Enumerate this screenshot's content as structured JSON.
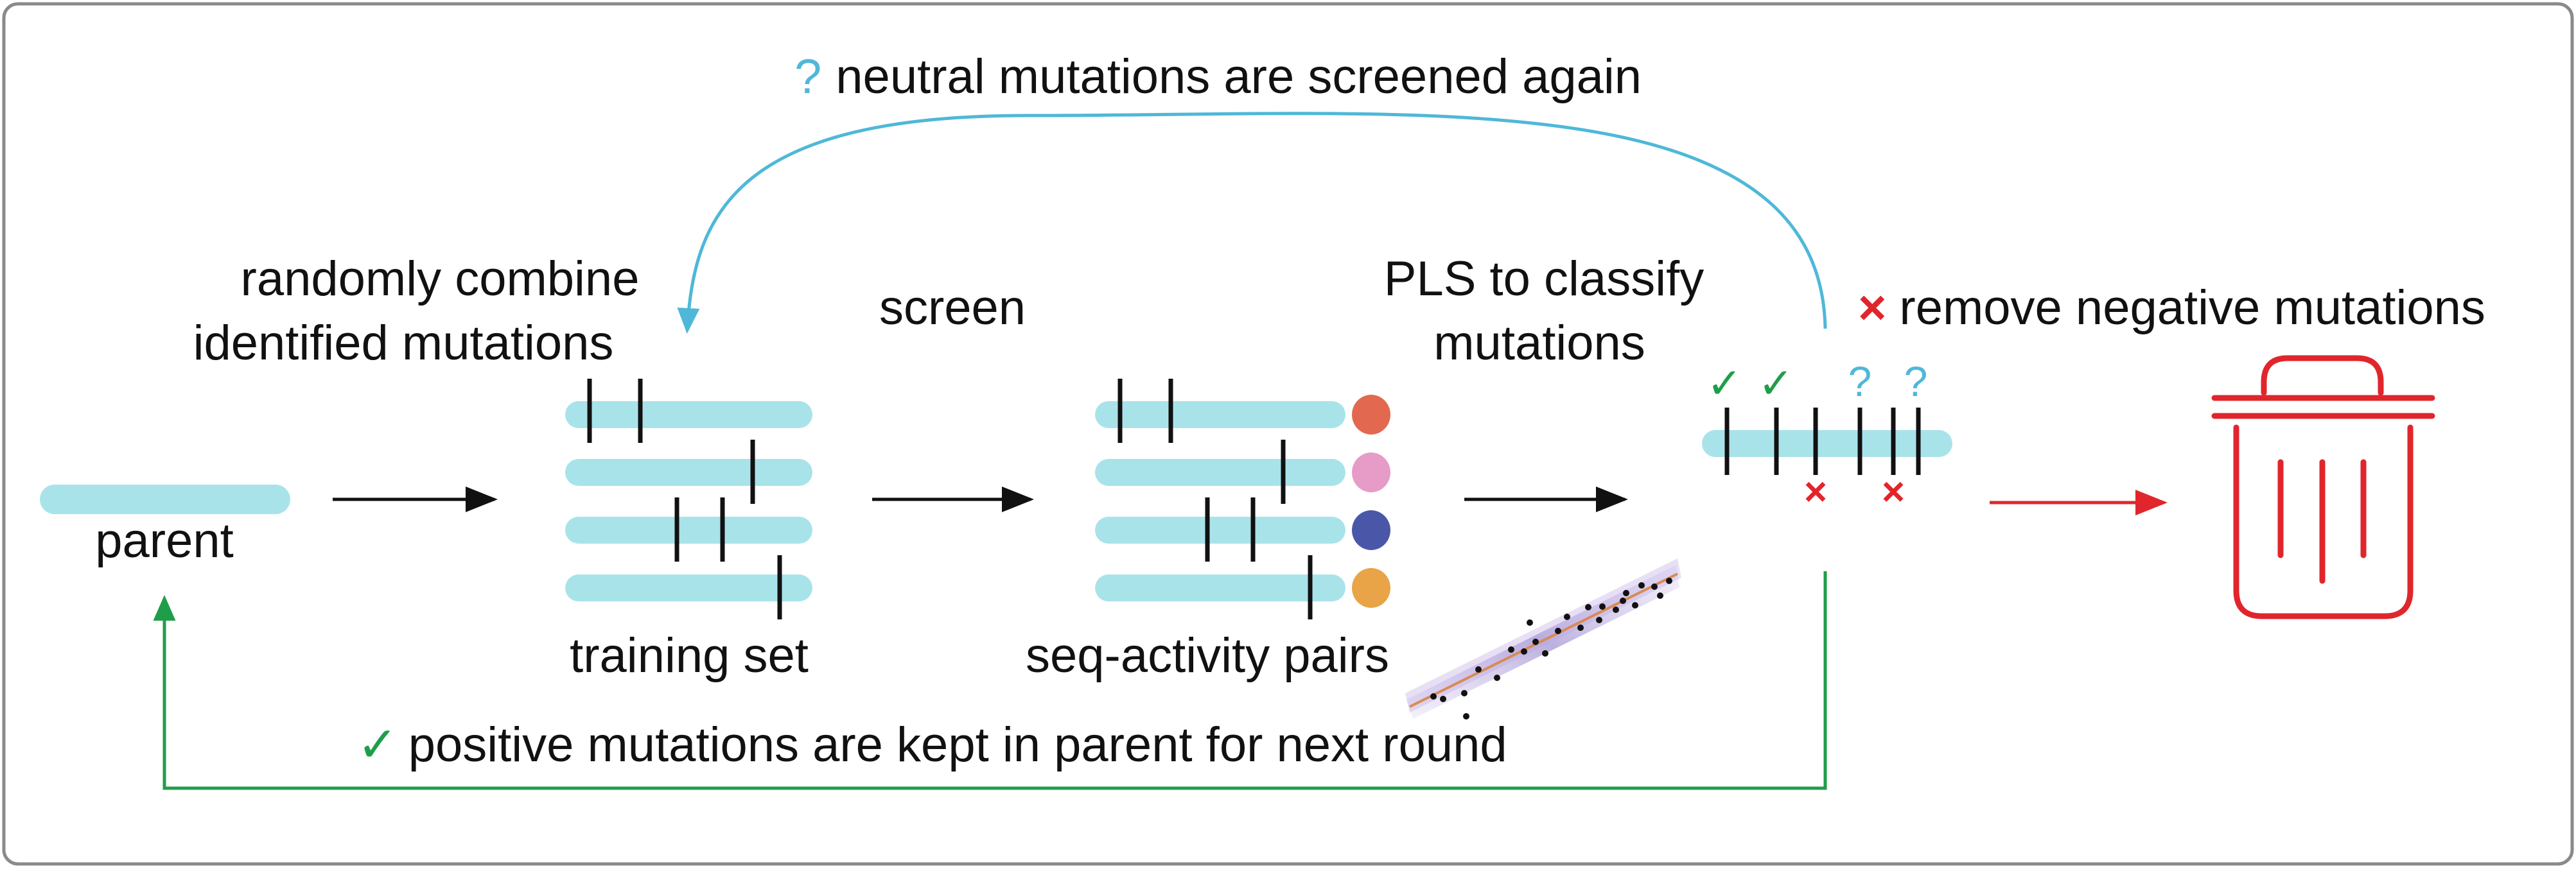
{
  "colors": {
    "sequence": "#a9e3ea",
    "mutation_mark": "#111111",
    "neutral": "#4fb8d8",
    "positive": "#1f9e4a",
    "negative": "#e0262c",
    "activity": [
      "#e2694f",
      "#e69cc7",
      "#4a57a8",
      "#e8a447"
    ],
    "fit_band": "#8e7cc8"
  },
  "labels": {
    "neutral_symbol": "?",
    "neutral_text": "neutral mutations are screened again",
    "combine_line1": "randomly combine",
    "combine_line2": "identified mutations",
    "screen": "screen",
    "pls_line1": "PLS to classify",
    "pls_line2": "mutations",
    "negative_symbol": "×",
    "negative_text": "remove negative mutations",
    "parent": "parent",
    "training_set": "training set",
    "seq_activity": "seq-activity pairs",
    "positive_symbol": "✓",
    "positive_text": "positive mutations are kept in parent for next round"
  },
  "classified_marks": {
    "above": [
      "✓",
      "✓",
      "?",
      "?"
    ],
    "below": [
      "×",
      "×"
    ]
  },
  "icons": {
    "trash": "trash-can-icon",
    "check": "check-icon",
    "question": "question-icon",
    "cross": "cross-icon"
  }
}
